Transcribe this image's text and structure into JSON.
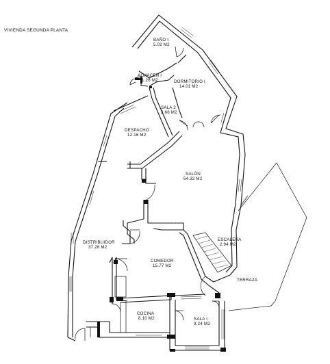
{
  "title": "VIVIENDA SEGUNDA PLANTA",
  "rooms": [
    {
      "name": "BAÑO I",
      "area": "5.02 M2"
    },
    {
      "name": "ALMACEN I",
      "area": "1.26 M2"
    },
    {
      "name": "DORMITORIO I",
      "area": "14.01 M2"
    },
    {
      "name": "SALA 2",
      "area": "3.66 M2"
    },
    {
      "name": "DESPACHO",
      "area": "12.16 M2"
    },
    {
      "name": "SALÓN",
      "area": "54.32 M2"
    },
    {
      "name": "ESCALERA",
      "area": "2.94 M2"
    },
    {
      "name": "DISTRIBUIDOR",
      "area": "37.26 M2"
    },
    {
      "name": "COMEDOR",
      "area": "15.77 M2"
    },
    {
      "name": "TERRAZA",
      "area": ""
    },
    {
      "name": "COCINA",
      "area": "8.10 M2"
    },
    {
      "name": "SALA I",
      "area": "9.24 M2"
    }
  ]
}
